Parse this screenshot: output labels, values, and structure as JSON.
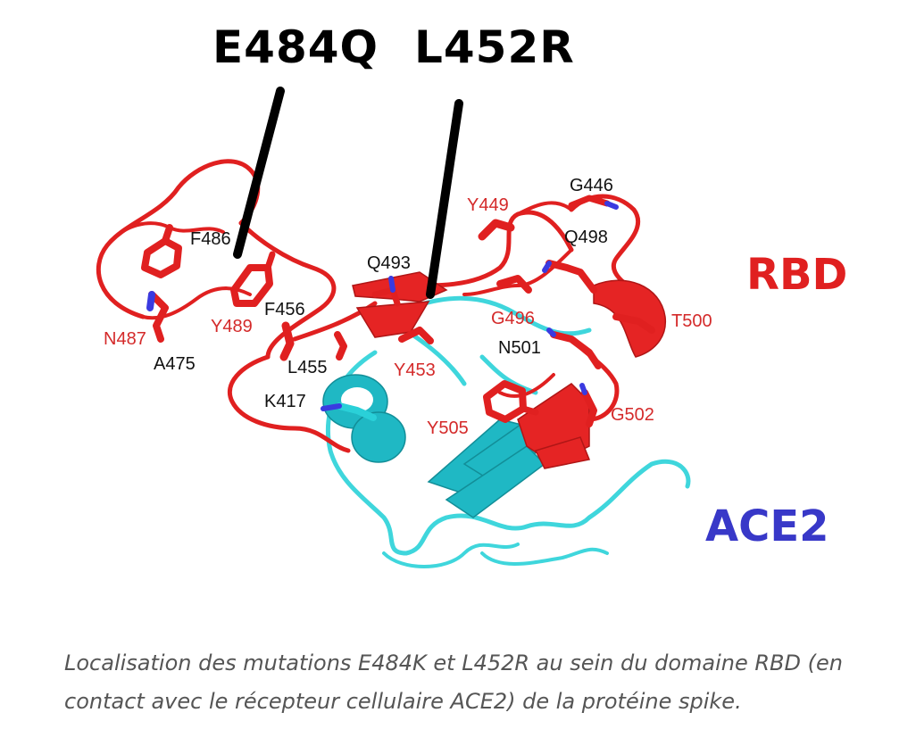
{
  "figure": {
    "mutation_labels": [
      "E484Q",
      "L452R"
    ],
    "domain_labels": {
      "rbd": "RBD",
      "ace2": "ACE2"
    },
    "residues": {
      "f486": "F486",
      "n487": "N487",
      "a475": "A475",
      "y489": "Y489",
      "f456": "F456",
      "l455": "L455",
      "k417": "K417",
      "q493": "Q493",
      "y453": "Y453",
      "y449": "Y449",
      "g446": "G446",
      "q498": "Q498",
      "g496": "G496",
      "t500": "T500",
      "n501": "N501",
      "g502": "G502",
      "y505": "Y505"
    },
    "colors": {
      "rbd": "#e02020",
      "ace2": "#2ad0d8",
      "ace2_label": "#3838c8",
      "residue_red_text": "#d42a2a",
      "residue_black_text": "#111111",
      "pointer": "#000000"
    }
  },
  "caption": "Localisation des mutations E484K et L452R au sein du domaine RBD (en contact avec le récepteur cellulaire ACE2) de la protéine spike."
}
